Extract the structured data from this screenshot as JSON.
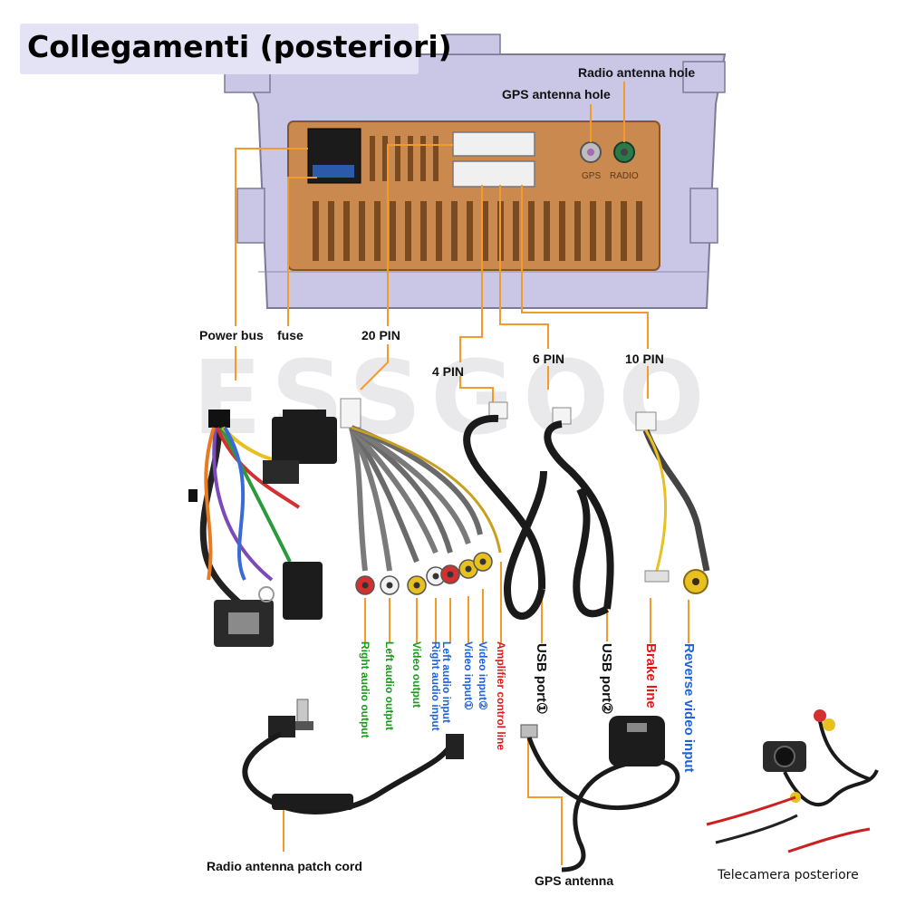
{
  "title": "Collegamenti (posteriori)",
  "watermark": "ESSGOO",
  "unit_labels": {
    "gps_port": "GPS",
    "radio_port": "RADIO"
  },
  "top_callouts": {
    "radio_antenna_hole": "Radio antenna hole",
    "gps_antenna_hole": "GPS antenna hole"
  },
  "connector_labels": {
    "power_bus": "Power bus",
    "fuse": "fuse",
    "pin20": "20 PIN",
    "pin4": "4 PIN",
    "pin6": "6 PIN",
    "pin10": "10 PIN"
  },
  "rca_labels": [
    {
      "text": "Right audio output",
      "color": "#1a9a1a"
    },
    {
      "text": "Left audio output",
      "color": "#1a9a1a"
    },
    {
      "text": "Video output",
      "color": "#1a9a1a"
    },
    {
      "text": "Right audio input",
      "color": "#1e63d8"
    },
    {
      "text": "Left audio input",
      "color": "#1e63d8"
    },
    {
      "text": "Video input①",
      "color": "#1e63d8"
    },
    {
      "text": "Video input②",
      "color": "#1e63d8"
    },
    {
      "text": "Amplifier control line",
      "color": "#e01818"
    }
  ],
  "cable_labels": [
    {
      "text": "USB port①",
      "color": "#111111"
    },
    {
      "text": "USB port②",
      "color": "#111111"
    },
    {
      "text": "Brake line",
      "color": "#e01818"
    },
    {
      "text": "Reverse video input",
      "color": "#1e63d8"
    }
  ],
  "bottom_labels": {
    "radio_patch": "Radio antenna patch cord",
    "gps_antenna": "GPS antenna",
    "rear_camera": "Telecamera posteriore"
  },
  "colors": {
    "callout_line": "#f29b2a",
    "chassis_panel": "#c9c6e6",
    "unit_body": "#c9894f",
    "title_bg": "#e4e3f6"
  }
}
